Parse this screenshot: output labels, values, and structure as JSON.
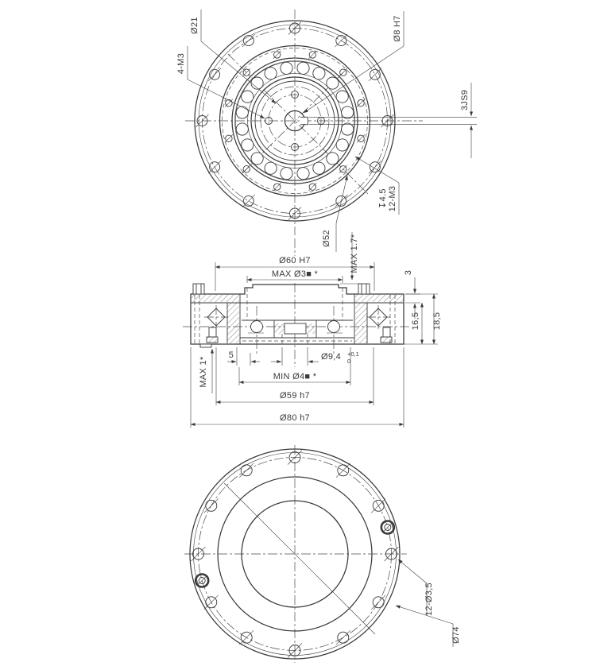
{
  "drawing": {
    "title": "gear-unit-three-view-drawing",
    "ink_color": "#3a3a3a",
    "top_view": {
      "dia21": "Ø21",
      "m3_4": "4-M3",
      "dia8": "Ø8 H7",
      "keyway": "3JS9",
      "m3_12": "12-M3",
      "depth": "↧4.5",
      "dia52": "Ø52"
    },
    "section_view": {
      "dia60": "Ø60 H7",
      "max_d3": "MAX Ø3■ *",
      "max17": "MAX 1.7*",
      "t3": "3",
      "t165": "16,5",
      "t185": "18,5",
      "max1": "MAX 1*",
      "t5": "5",
      "d94": "Ø9,4",
      "tol_up": "+0,1",
      "tol_dn": "0",
      "min_d4": "MIN Ø4■ *",
      "d59": "Ø59 h7",
      "d80": "Ø80 h7"
    },
    "bottom_view": {
      "holes12": "12-Ø3,5",
      "dia74": "Ø74"
    }
  }
}
